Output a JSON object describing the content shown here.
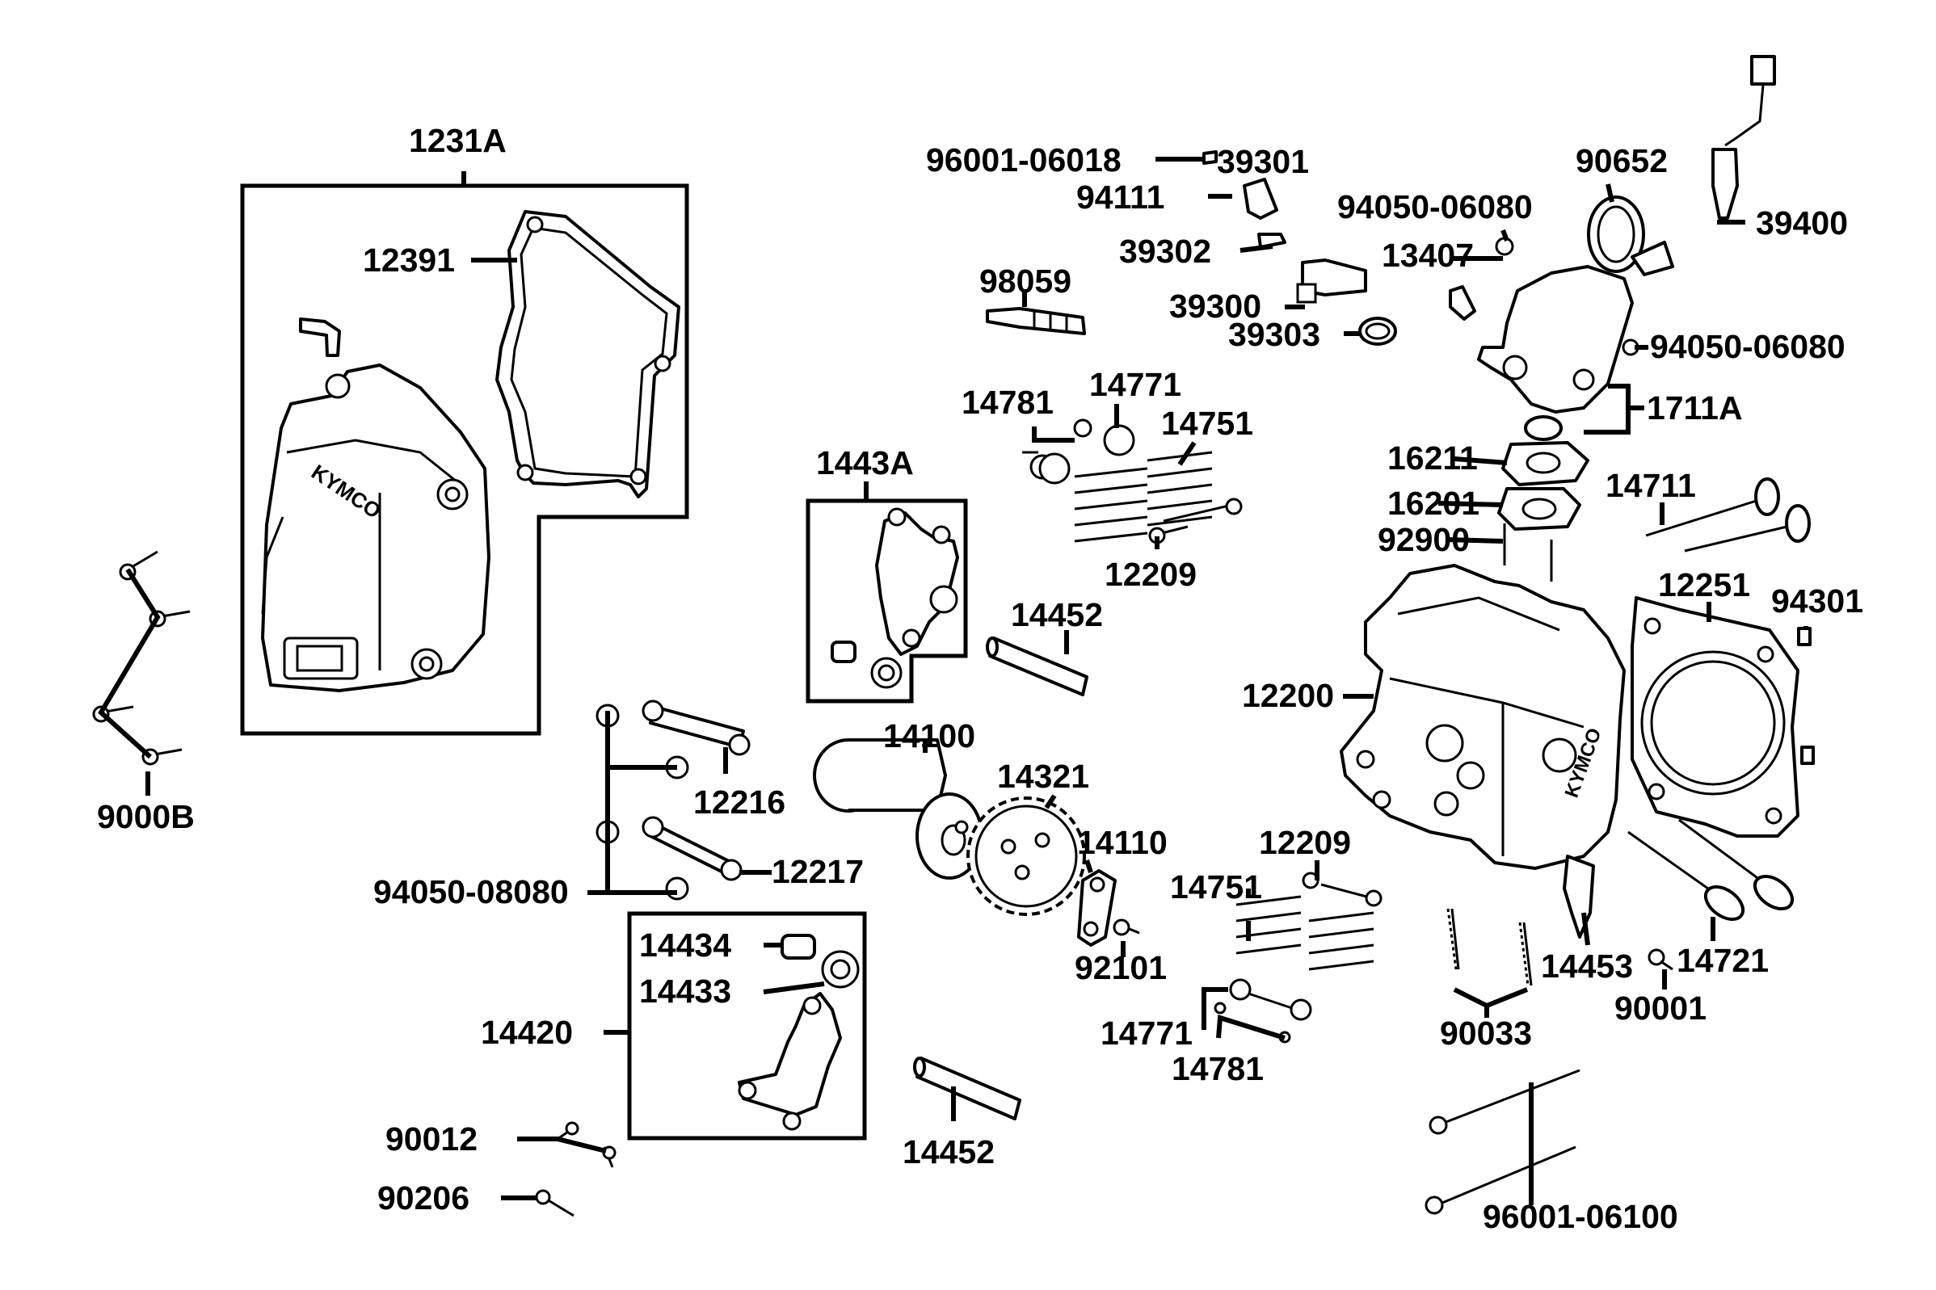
{
  "diagram": {
    "logo_text": "KYMCO",
    "labels": {
      "p1231A": "1231A",
      "p12391": "12391",
      "p9000B": "9000B",
      "p96001_06018": "96001-06018",
      "p39301": "39301",
      "p94111": "94111",
      "p39302": "39302",
      "p98059": "98059",
      "p39300": "39300",
      "p39303": "39303",
      "p94050_06080_a": "94050-06080",
      "p13407": "13407",
      "p90652": "90652",
      "p39400": "39400",
      "p94050_06080_b": "94050-06080",
      "p1711A": "1711A",
      "p14781_a": "14781",
      "p14771_a": "14771",
      "p14751_a": "14751",
      "p12209_a": "12209",
      "p1443A": "1443A",
      "p14452_a": "14452",
      "p16211": "16211",
      "p16201": "16201",
      "p92900": "92900",
      "p14711": "14711",
      "p12251": "12251",
      "p94301": "94301",
      "p12200": "12200",
      "p14100": "14100",
      "p12216": "12216",
      "p14321": "14321",
      "p14110": "14110",
      "p12209_b": "12209",
      "p14751_b": "14751",
      "p12217": "12217",
      "p94050_08080": "94050-08080",
      "p92101": "92101",
      "p14434": "14434",
      "p14433": "14433",
      "p14420": "14420",
      "p14771_b": "14771",
      "p14781_b": "14781",
      "p14453": "14453",
      "p14721": "14721",
      "p90001": "90001",
      "p90033": "90033",
      "p90012": "90012",
      "p90206": "90206",
      "p14452_b": "14452",
      "p96001_06100": "96001-06100"
    }
  }
}
